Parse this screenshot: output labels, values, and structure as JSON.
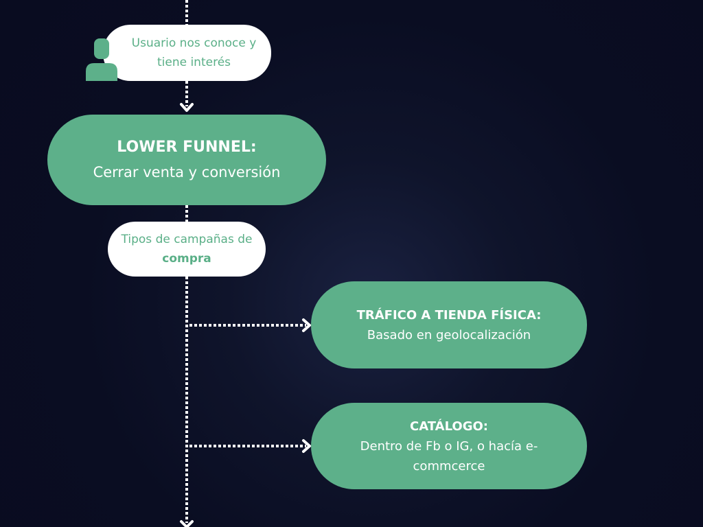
{
  "nodes": {
    "intro": {
      "text": "Usuario nos conoce y tiene interés"
    },
    "lower_funnel": {
      "title": "LOWER FUNNEL:",
      "description": "Cerrar venta y conversión"
    },
    "campaign_types": {
      "text_prefix": "Tipos de campañas de ",
      "text_bold": "compra"
    },
    "store_traffic": {
      "title": "TRÁFICO A TIENDA FÍSICA:",
      "description": "Basado en geolocalización"
    },
    "catalog": {
      "title": "CATÁLOGO:",
      "description": "Dentro de Fb o IG, o hacía e-commcerce"
    }
  },
  "icons": {
    "user": "user-icon"
  },
  "colors": {
    "background": "#0a0d22",
    "green": "#5db08a",
    "white": "#ffffff",
    "text_green": "#5aaf87"
  }
}
